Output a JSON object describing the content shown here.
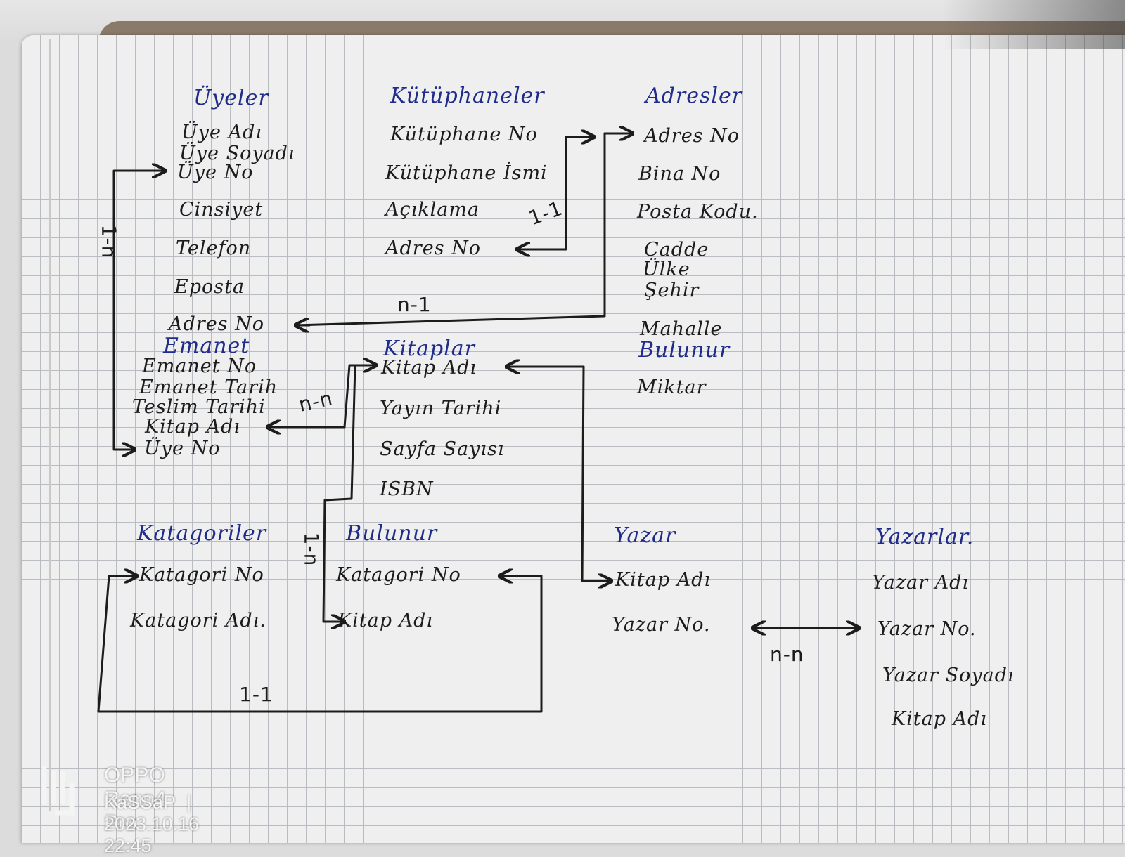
{
  "entities": {
    "uyeler": {
      "title": "Üyeler",
      "fields": [
        "Üye Adı",
        "Üye Soyadı",
        "Üye No",
        "Cinsiyet",
        "Telefon",
        "Eposta",
        "Adres No"
      ]
    },
    "emanet": {
      "title": "Emanet",
      "fields": [
        "Emanet No",
        "Emanet Tarih",
        "Teslim Tarihi",
        "Kitap Adı",
        "Üye No"
      ]
    },
    "kutuphaneler": {
      "title": "Kütüphaneler",
      "fields": [
        "Kütüphane No",
        "Kütüphane İsmi",
        "Açıklama",
        "Adres No"
      ]
    },
    "adresler": {
      "title": "Adresler",
      "fields": [
        "Adres No",
        "Bina No",
        "Posta Kodu.",
        "Cadde",
        "Ülke",
        "Şehir",
        "Mahalle"
      ]
    },
    "kitaplar": {
      "title": "Kitaplar",
      "fields": [
        "Kitap Adı",
        "Yayın Tarihi",
        "Sayfa Sayısı",
        "ISBN"
      ]
    },
    "bulunur_top": {
      "title": "Bulunur",
      "fields": [
        "Miktar"
      ]
    },
    "katagoriler": {
      "title": "Katagoriler",
      "fields": [
        "Katagori No",
        "Katagori Adı."
      ]
    },
    "bulunur": {
      "title": "Bulunur",
      "fields": [
        "Katagori No",
        "Kitap Adı"
      ]
    },
    "yazar": {
      "title": "Yazar",
      "fields": [
        "Kitap Adı",
        "Yazar No."
      ]
    },
    "yazarlar": {
      "title": "Yazarlar.",
      "fields": [
        "Yazar Adı",
        "Yazar No.",
        "Yazar Soyadı",
        "Kitap Adı"
      ]
    }
  },
  "relations": {
    "uye_adres": "n-1",
    "kutuphane_adres": "1-1",
    "uye_emanet": "1-n",
    "emanet_kitap": "n-n",
    "katagori_bulunur": "1-n",
    "katagori_loop": "1-1",
    "yazar_yazarlar": "n-n"
  },
  "watermark": {
    "device": "OPPO Reno4 Pro",
    "user": "KaSSaP",
    "timestamp": "2023.10.16 22:45"
  },
  "colors": {
    "ink": "#1c1c1c",
    "title_ink": "#1f2c8a",
    "grid": "#b9bcc0",
    "paper": "#efefef"
  }
}
